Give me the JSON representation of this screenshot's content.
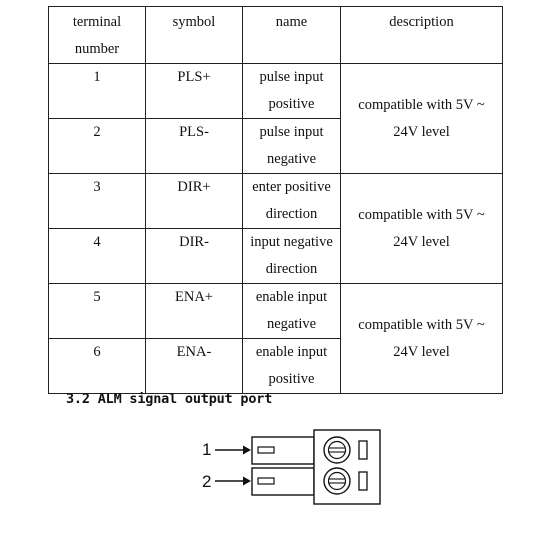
{
  "table": {
    "headers": {
      "terminal_number": [
        "terminal",
        "number"
      ],
      "symbol": "symbol",
      "name": "name",
      "description": "description"
    },
    "rows": [
      {
        "number": "1",
        "symbol": "PLS+",
        "name": [
          "pulse input",
          "positive"
        ]
      },
      {
        "number": "2",
        "symbol": "PLS-",
        "name": [
          "pulse input",
          "negative"
        ]
      },
      {
        "number": "3",
        "symbol": "DIR+",
        "name": [
          "enter positive",
          "direction"
        ]
      },
      {
        "number": "4",
        "symbol": "DIR-",
        "name": [
          "input negative",
          "direction"
        ]
      },
      {
        "number": "5",
        "symbol": "ENA+",
        "name": [
          "enable input",
          "negative"
        ]
      },
      {
        "number": "6",
        "symbol": "ENA-",
        "name": [
          "enable input",
          "positive"
        ]
      }
    ],
    "descriptions": [
      [
        "compatible with 5V ~",
        "24V level"
      ],
      [
        "compatible with 5V ~",
        "24V level"
      ],
      [
        "compatible with 5V ~",
        "24V level"
      ]
    ]
  },
  "section": {
    "heading": "3.2 ALM signal output port"
  },
  "diagram": {
    "pin1_label": "1",
    "pin2_label": "2"
  }
}
